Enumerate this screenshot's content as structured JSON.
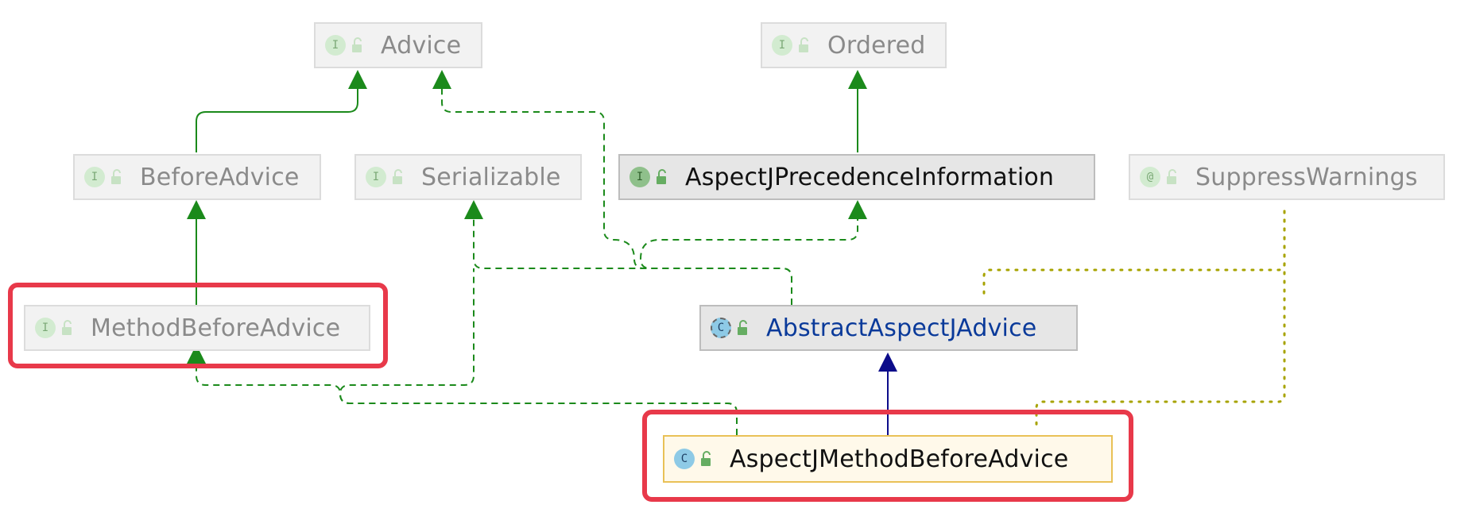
{
  "nodes": {
    "advice": {
      "label": "Advice",
      "kind": "I"
    },
    "ordered": {
      "label": "Ordered",
      "kind": "I"
    },
    "before_advice": {
      "label": "BeforeAdvice",
      "kind": "I"
    },
    "serializable": {
      "label": "Serializable",
      "kind": "I"
    },
    "precedence": {
      "label": "AspectJPrecedenceInformation",
      "kind": "I"
    },
    "suppress": {
      "label": "SuppressWarnings",
      "kind": "@"
    },
    "method_before": {
      "label": "MethodBeforeAdvice",
      "kind": "I"
    },
    "abstract_advice": {
      "label": "AbstractAspectJAdvice",
      "kind": "C"
    },
    "aspectj_method_before": {
      "label": "AspectJMethodBeforeAdvice",
      "kind": "C"
    }
  },
  "colors": {
    "extends_interface": "#1b8a1b",
    "implements": "#1b8a1b",
    "extends_class": "#0c0c8a",
    "annotation": "#a7a300",
    "highlight": "#e8394a"
  },
  "icons": [
    "interface-icon",
    "annotation-icon",
    "class-icon",
    "abstract-class-icon",
    "public-lock-icon"
  ]
}
